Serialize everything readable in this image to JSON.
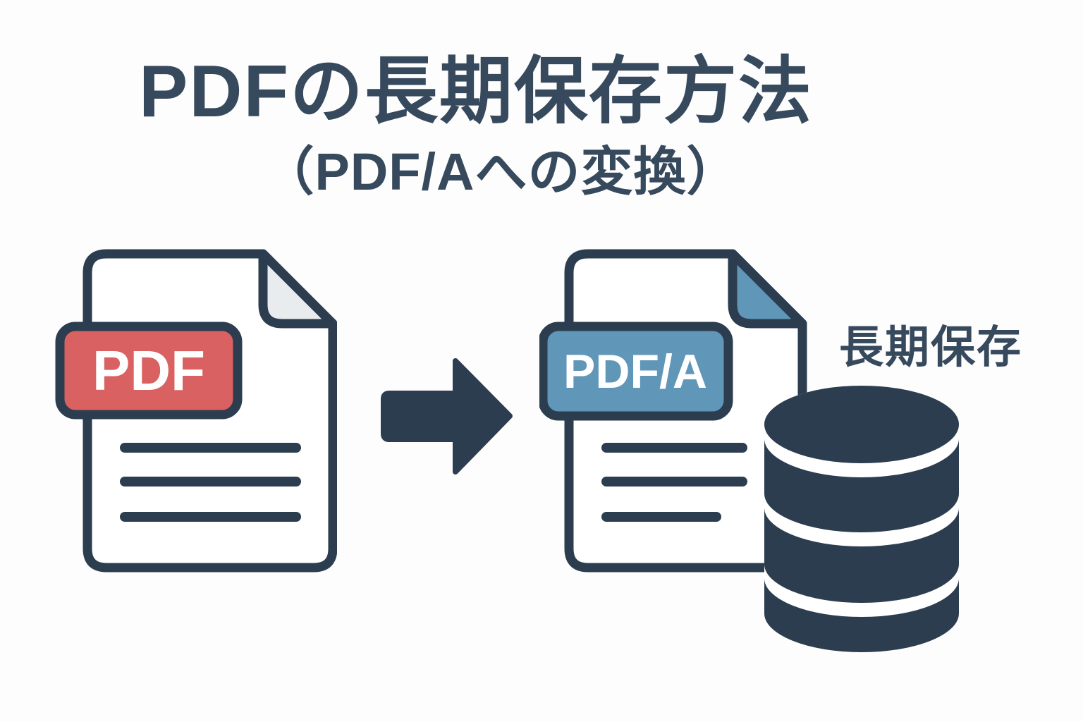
{
  "title": {
    "line1": "PDFの長期保存方法",
    "line2": "（PDF/Aへの変換）"
  },
  "diagram": {
    "source_document": {
      "icon": "pdf-document-icon",
      "badge_label": "PDF",
      "badge_color": "#d96161",
      "text_lines": 3
    },
    "arrow": {
      "icon": "arrow-right-icon",
      "direction": "right"
    },
    "target_document": {
      "icon": "pdfa-document-icon",
      "badge_label": "PDF/A",
      "badge_color": "#6096b8",
      "text_lines": 3
    },
    "storage": {
      "label": "長期保存",
      "icon": "database-icon"
    }
  },
  "colors": {
    "bg": "#fdfdfd",
    "ink": "#2b3d4f",
    "title_ink": "#37495d",
    "red_badge": "#d96161",
    "blue_badge": "#6096b8",
    "fold_gray": "#e9ecef",
    "badge_text": "#ffffff"
  }
}
